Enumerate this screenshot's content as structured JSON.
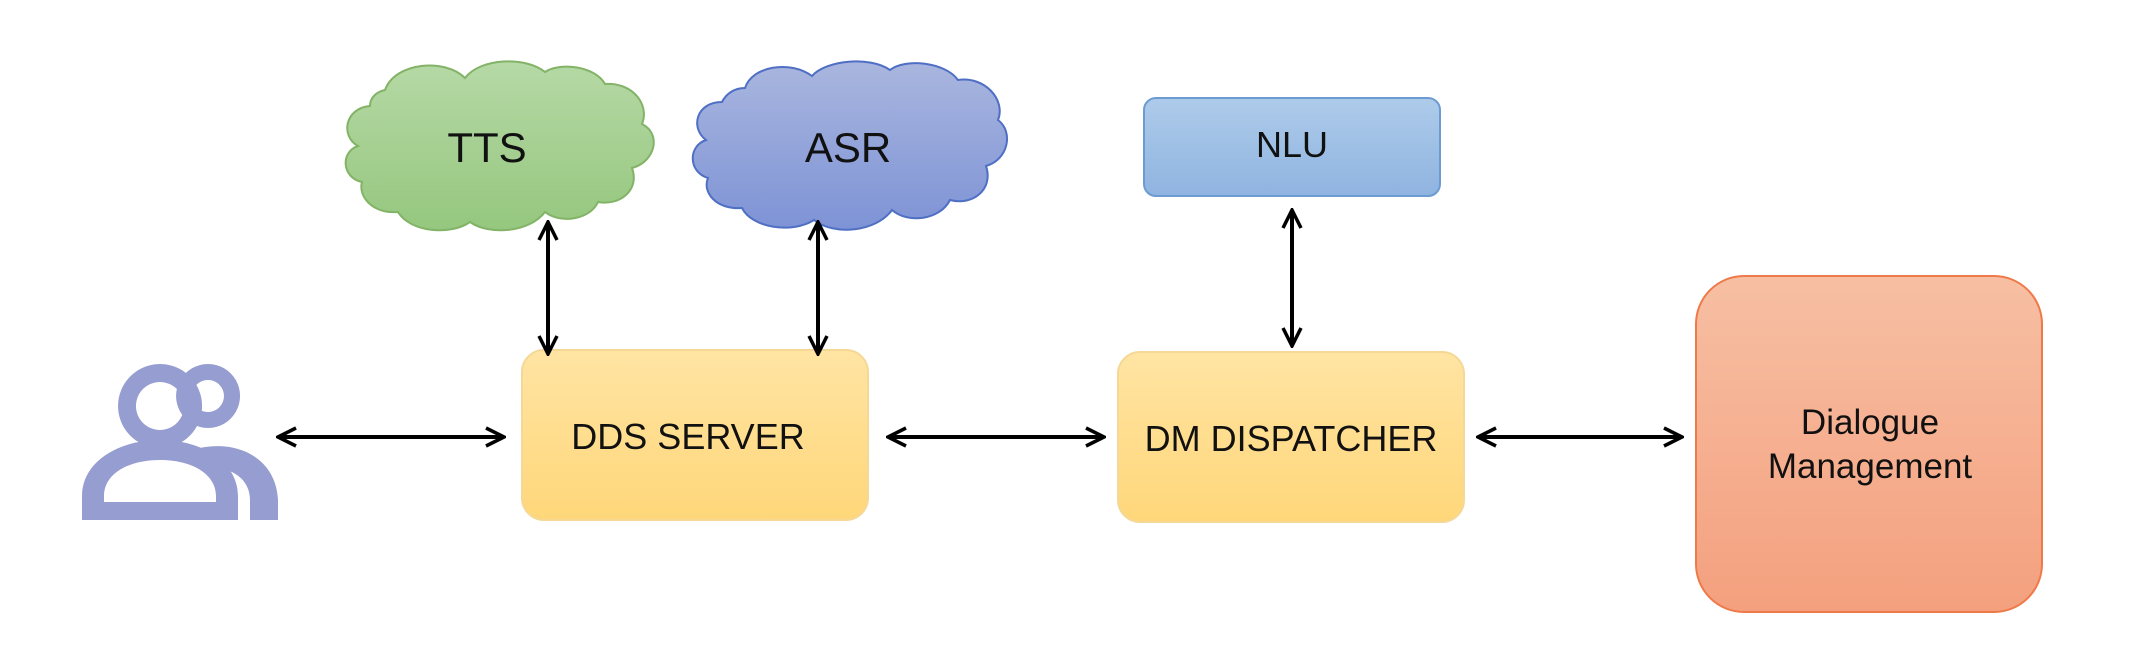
{
  "nodes": {
    "tts": {
      "label": "TTS"
    },
    "asr": {
      "label": "ASR"
    },
    "nlu": {
      "label": "NLU"
    },
    "dds_server": {
      "label": "DDS SERVER"
    },
    "dm_dispatcher": {
      "label": "DM DISPATCHER"
    },
    "dialogue_management": {
      "line1": "Dialogue",
      "line2": "Management"
    }
  },
  "icons": {
    "user": "users-icon"
  },
  "colors": {
    "tts_fill_top": "#b6d9a6",
    "tts_fill_bottom": "#95c77e",
    "tts_stroke": "#82b366",
    "asr_fill_top": "#a9b6de",
    "asr_fill_bottom": "#7e93d6",
    "asr_stroke": "#4f6fc4",
    "nlu_fill_top": "#aecbea",
    "nlu_fill_bottom": "#8fb4e0",
    "nlu_stroke": "#6c9bd2",
    "yellow_fill_top": "#ffe4a3",
    "yellow_fill_bottom": "#ffd77a",
    "yellow_stroke": "#f5d896",
    "dm_fill_top": "#f7bfa3",
    "dm_fill_bottom": "#f4a07e",
    "dm_stroke": "#ee7a4a",
    "user_icon": "#959dd1",
    "arrow": "#000000"
  }
}
